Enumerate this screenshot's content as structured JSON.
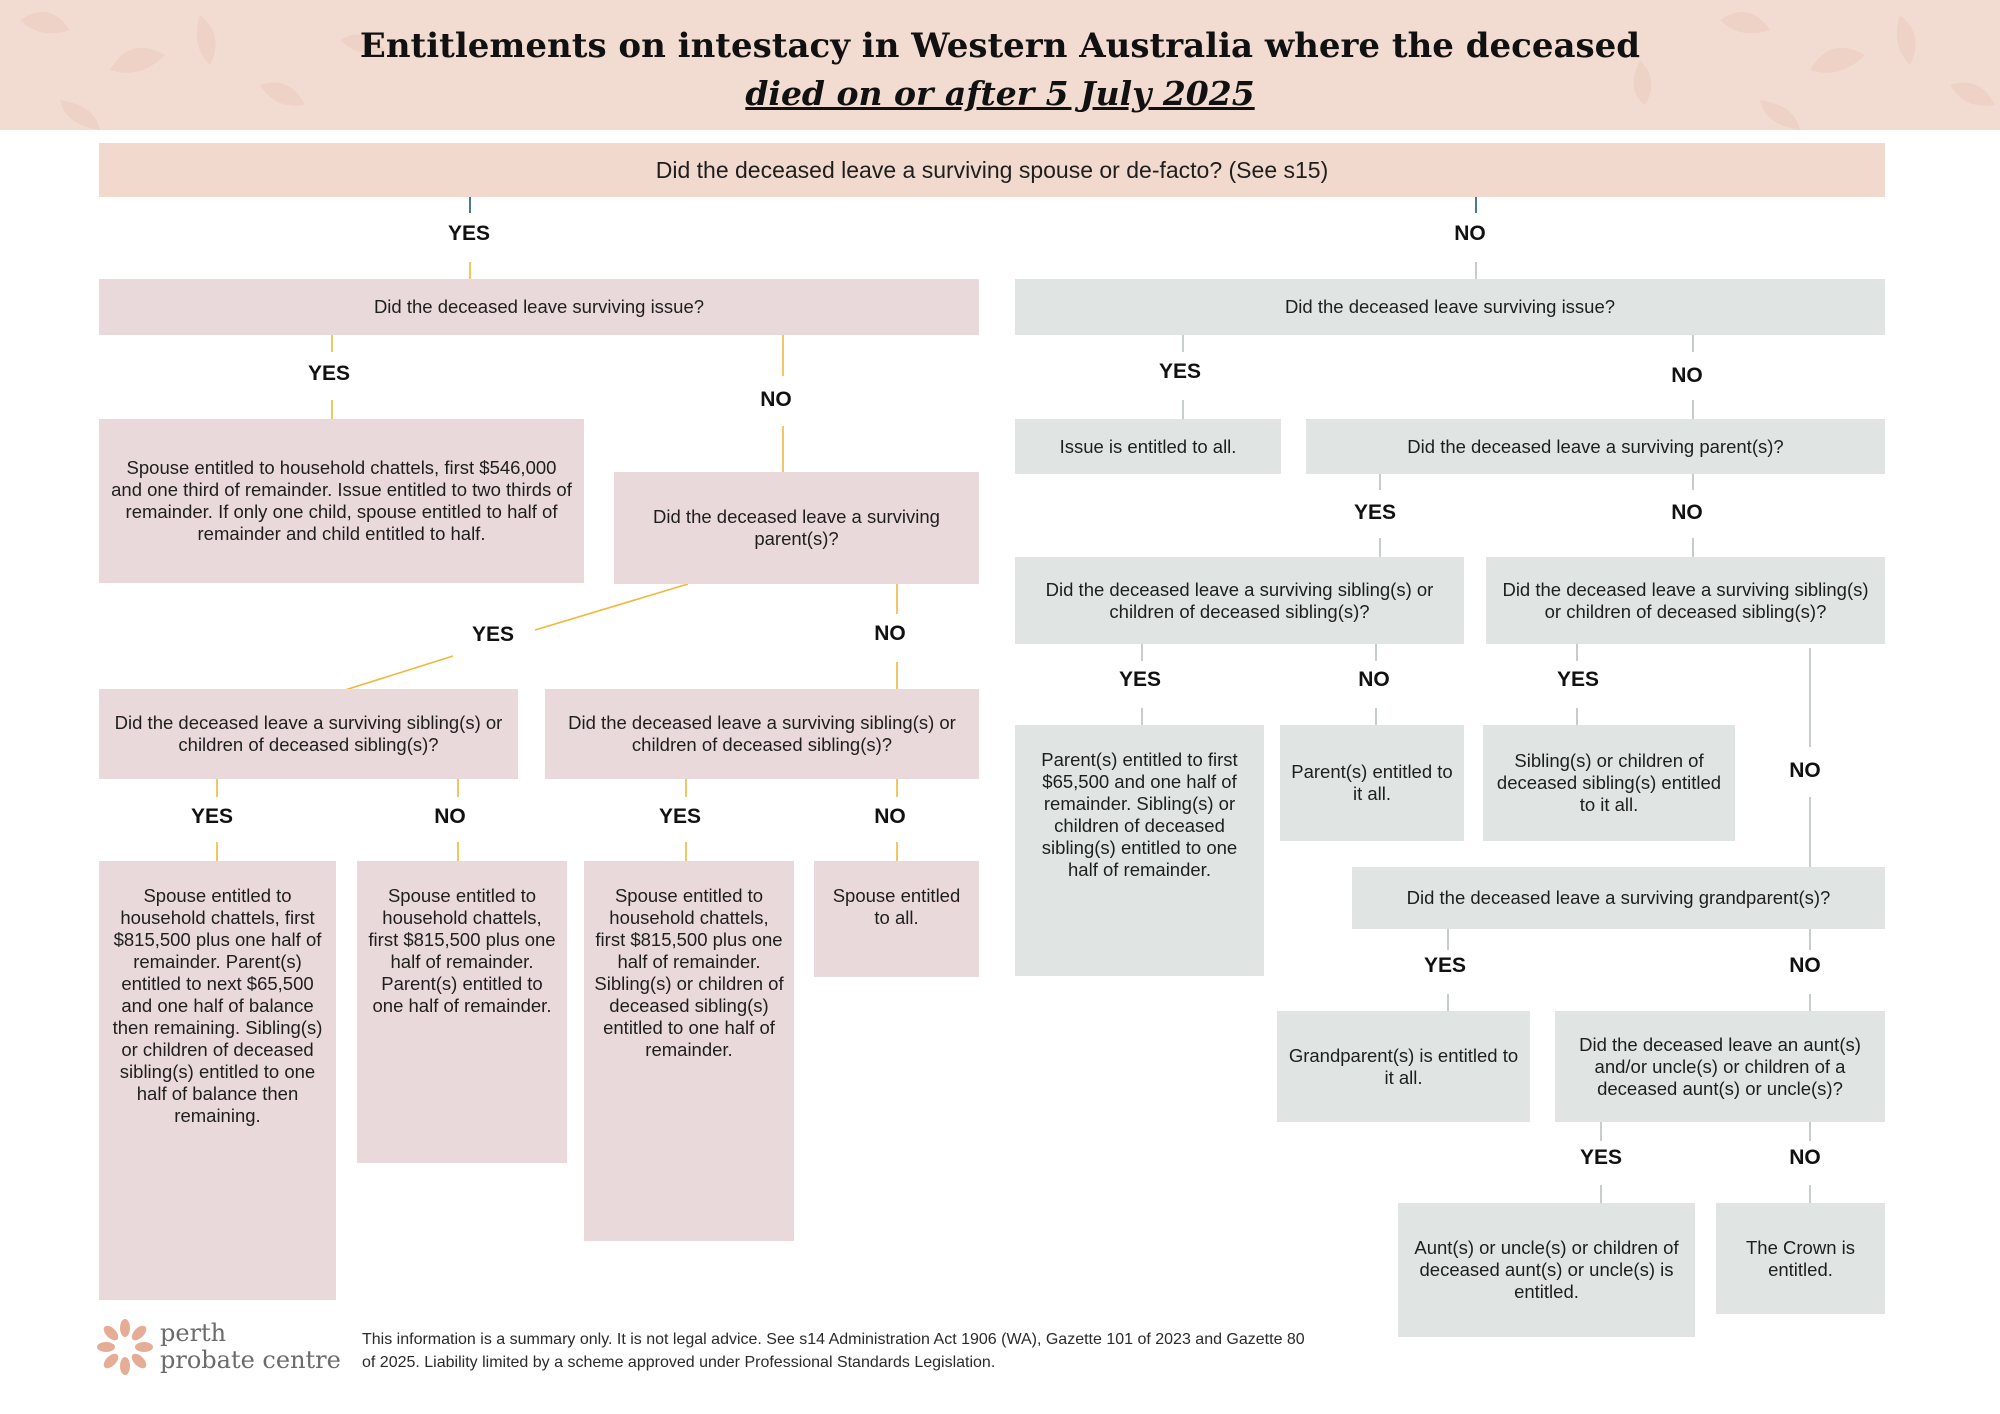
{
  "header": {
    "title": "Entitlements on intestacy in Western Australia where the deceased",
    "subtitle": "died on or after 5 July 2025"
  },
  "root_question": "Did the deceased leave a surviving spouse or de-facto? (See s15)",
  "labels": {
    "yes": "YES",
    "no": "NO"
  },
  "spouse_branch": {
    "issue_question": "Did the deceased leave surviving issue?",
    "issue_yes_result": "Spouse entitled to household chattels, first $546,000 and one third of remainder. Issue entitled to two thirds of remainder. If only one child, spouse entitled to half of remainder and child entitled to half.",
    "parent_question": "Did the deceased leave a surviving parent(s)?",
    "sibling_question_a": "Did the deceased leave a surviving sibling(s) or children of deceased sibling(s)?",
    "sibling_question_b": "Did the deceased leave a surviving sibling(s) or children of deceased sibling(s)?",
    "result_a_yes": "Spouse entitled to household chattels, first $815,500 plus one half of remainder. Parent(s) entitled to next $65,500 and one half of balance then remaining. Sibling(s) or children of deceased sibling(s) entitled to one half of balance then remaining.",
    "result_a_no": "Spouse entitled to household chattels, first $815,500 plus one half of remainder. Parent(s) entitled to one half of remainder.",
    "result_b_yes": "Spouse entitled to household chattels, first $815,500 plus one half of remainder. Sibling(s) or children of deceased sibling(s) entitled to one half of remainder.",
    "result_b_no": "Spouse entitled to all."
  },
  "no_spouse_branch": {
    "issue_question": "Did the deceased leave surviving issue?",
    "issue_yes_result": "Issue is entitled to all.",
    "parent_question": "Did the deceased leave a surviving parent(s)?",
    "sibling_question_p": "Did the deceased leave a surviving sibling(s) or children of deceased sibling(s)?",
    "sibling_question_np": "Did the deceased leave a surviving sibling(s) or children of deceased sibling(s)?",
    "result_p_yes": "Parent(s) entitled to first $65,500 and one half of remainder. Sibling(s) or children of deceased sibling(s) entitled to one half of remainder.",
    "result_p_no": "Parent(s) entitled to it all.",
    "result_np_yes": "Sibling(s) or children of deceased sibling(s) entitled to it all.",
    "grandparent_question": "Did the deceased leave a surviving grandparent(s)?",
    "grandparent_yes_result": "Grandparent(s) is entitled to it all.",
    "aunt_question": "Did the deceased leave an aunt(s) and/or uncle(s) or children of a deceased aunt(s) or uncle(s)?",
    "aunt_yes_result": "Aunt(s) or uncle(s) or children of deceased aunt(s) or uncle(s) is entitled.",
    "aunt_no_result": "The Crown is entitled."
  },
  "footer": {
    "brand_line1": "perth",
    "brand_line2": "probate centre",
    "disclaimer": "This information is a summary only. It is not legal advice. See s14 Administration Act 1906 (WA), Gazette 101 of 2023 and Gazette 80 of 2025. Liability limited by a scheme approved under Professional Standards Legislation."
  },
  "colors": {
    "header_bg": "#f2dcd1",
    "spouse_box": "#ead9db",
    "no_spouse_box": "#e0e5e4",
    "spouse_connector": "#f0b73a",
    "no_spouse_connector": "#b9bfbf"
  }
}
